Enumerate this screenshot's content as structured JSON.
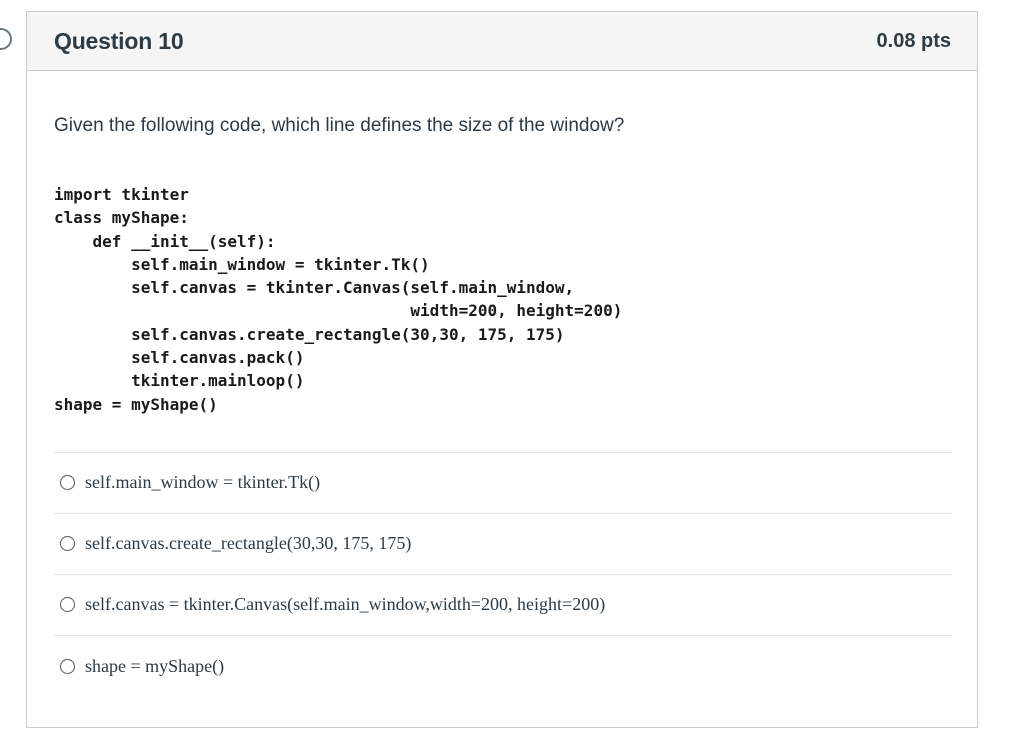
{
  "question": {
    "title": "Question 10",
    "points": "0.08 pts",
    "prompt": "Given the following code, which line defines the size of the window?",
    "code_lines": [
      "import tkinter",
      "class myShape:",
      "    def __init__(self):",
      "        self.main_window = tkinter.Tk()",
      "        self.canvas = tkinter.Canvas(self.main_window,",
      "                                     width=200, height=200)",
      "        self.canvas.create_rectangle(30,30, 175, 175)",
      "        self.canvas.pack()",
      "        tkinter.mainloop()",
      "shape = myShape()"
    ],
    "answers": [
      {
        "label": "self.main_window = tkinter.Tk()",
        "selected": false
      },
      {
        "label": "self.canvas.create_rectangle(30,30, 175, 175)",
        "selected": false
      },
      {
        "label": "self.canvas = tkinter.Canvas(self.main_window,width=200, height=200)",
        "selected": false
      },
      {
        "label": "shape = myShape()",
        "selected": false
      }
    ]
  },
  "colors": {
    "header_bg": "#f5f5f5",
    "border": "#c7cdd1",
    "text": "#2d3b45"
  }
}
